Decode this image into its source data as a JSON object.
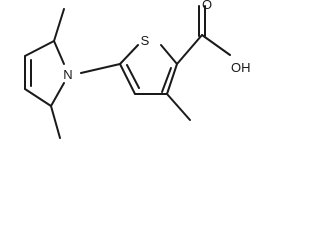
{
  "structure": {
    "kind": "skeletal formula",
    "atoms": {
      "sulfur": "S",
      "nitrogen": "N",
      "oxygen_carbonyl": "O",
      "hydroxyl": "OH"
    },
    "colors": {
      "ink": "#1a1a1a",
      "background": "#ffffff"
    }
  }
}
